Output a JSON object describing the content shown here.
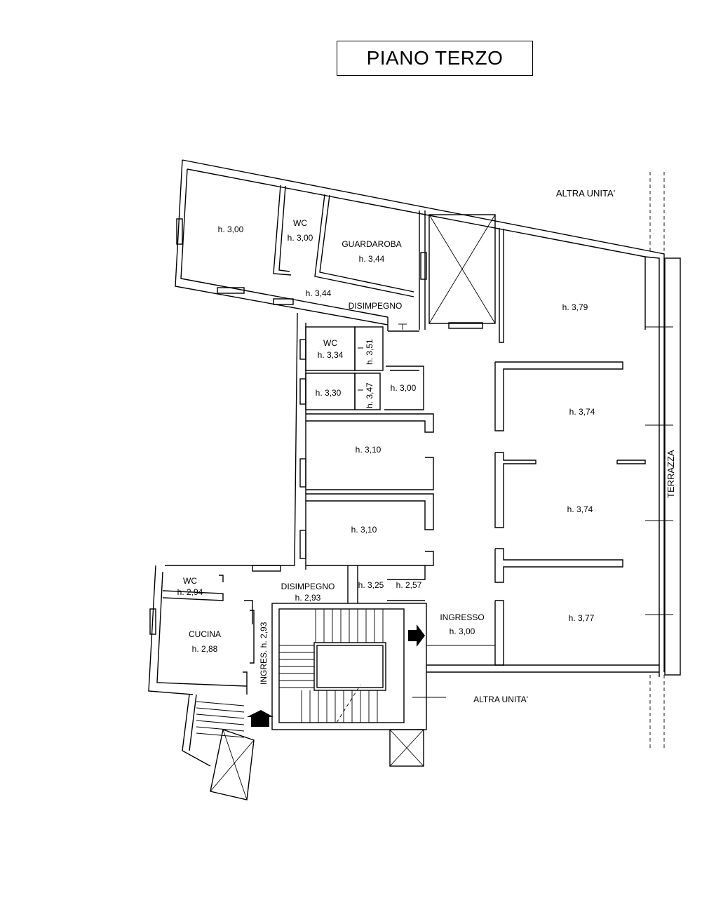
{
  "title": "PIANO TERZO",
  "labels": {
    "altra_unita_top": "ALTRA UNITA'",
    "altra_unita_bottom": "ALTRA UNITA'",
    "terrazza": "TERRAZZA",
    "room_nw": "h. 3,00",
    "wc1_name": "WC",
    "wc1_h": "h. 3,00",
    "guardaroba_name": "GUARDAROBA",
    "guardaroba_h": "h. 3,44",
    "disimpegno1_h": "h. 3,44",
    "disimpegno1_name": "DISIMPEGNO",
    "room_ne": "h. 3,79",
    "wc2_name": "WC",
    "wc2_h": "h. 3,34",
    "h351": "h. 3,51",
    "h347": "h. 3,47",
    "h330": "h. 3,30",
    "h300_small": "h. 3,00",
    "room_e1": "h. 3,74",
    "room_w1": "h. 3,10",
    "room_e2": "h. 3,74",
    "room_w2": "h. 3,10",
    "wc3_name": "WC",
    "wc3_h": "h. 2,94",
    "disimpegno2_name": "DISIMPEGNO",
    "disimpegno2_h": "h. 2,93",
    "h325": "h. 3,25",
    "h257": "h. 2,57",
    "ingresso_name": "INGRESSO",
    "ingresso_h": "h. 3,00",
    "room_se": "h. 3,77",
    "cucina_name": "CUCINA",
    "cucina_h": "h. 2,88",
    "ingres_side": "INGRES. h. 2,93"
  }
}
